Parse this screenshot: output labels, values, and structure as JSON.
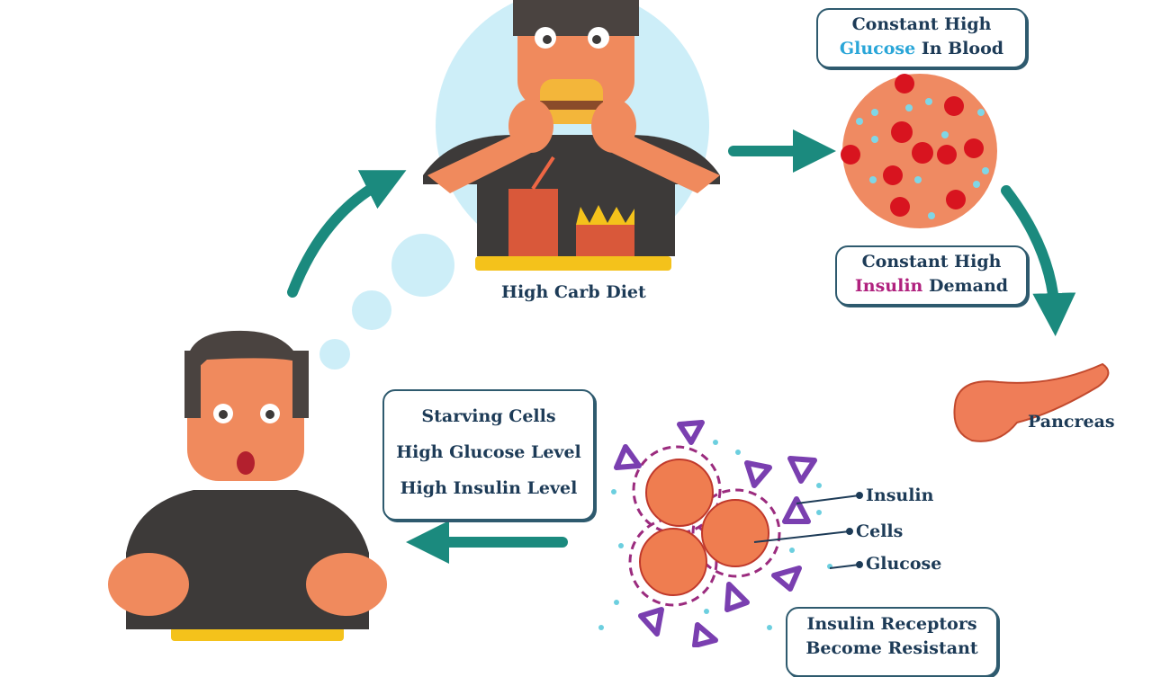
{
  "labels": {
    "high_carb_diet": "High Carb Diet",
    "pancreas": "Pancreas",
    "insulin": "Insulin",
    "cells": "Cells",
    "glucose": "Glucose"
  },
  "boxes": {
    "glucose_blood": {
      "line1": "Constant High",
      "highlight": "Glucose",
      "rest": " In Blood"
    },
    "insulin_demand": {
      "line1": "Constant High",
      "highlight": "Insulin",
      "rest": " Demand"
    },
    "starving": {
      "line1": "Starving Cells",
      "line2": "High Glucose Level",
      "line3": "High Insulin Level"
    },
    "receptors": {
      "line1": "Insulin Receptors",
      "line2": "Become Resistant"
    }
  },
  "colors": {
    "arrow": "#1b8a7e",
    "text": "#1d3b57",
    "glucose": "#2aa6d8",
    "insulin": "#b0217e",
    "skin": "#f08a5d"
  }
}
